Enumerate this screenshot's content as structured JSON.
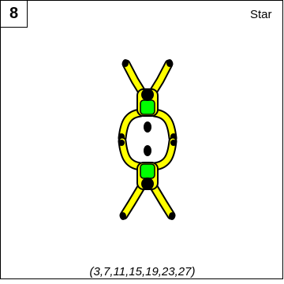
{
  "card": {
    "number": "8",
    "top_label": "Star",
    "sequence": "(3,7,11,15,19,23,27)"
  },
  "figure": {
    "description_icon": "two-jumpers-formation",
    "colors": {
      "suit": "#ffff00",
      "container": "#00ff00",
      "grip": "#000000"
    }
  }
}
